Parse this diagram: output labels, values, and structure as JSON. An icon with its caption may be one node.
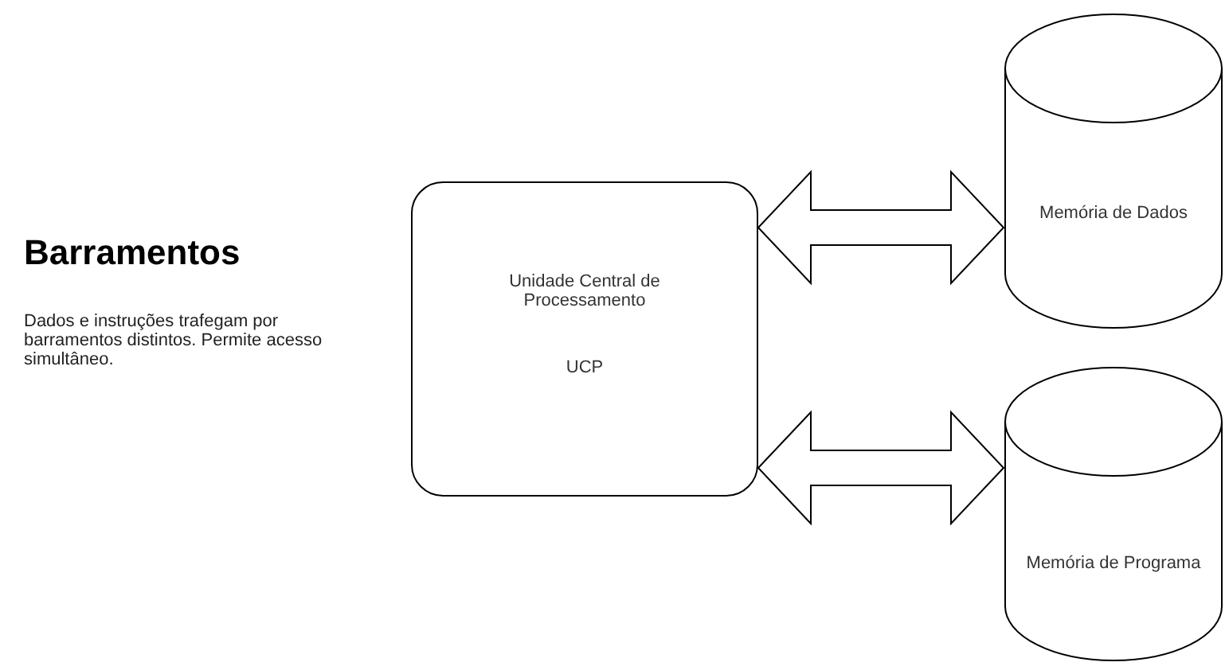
{
  "diagram": {
    "title": "Barramentos",
    "caption": "Dados e instruções trafegam por barramentos distintos. Permite acesso simultâneo.",
    "nodes": [
      {
        "text": [
          "Unidade Central de Processamento",
          "UCP"
        ]
      },
      {
        "text": [
          "Memória de Dados"
        ]
      },
      {
        "text": [
          "Memória de Programa"
        ]
      }
    ],
    "edges": [
      {
        "from": 0,
        "to": 1,
        "arrow": "both"
      },
      {
        "from": 0,
        "to": 2,
        "arrow": "both"
      }
    ]
  }
}
